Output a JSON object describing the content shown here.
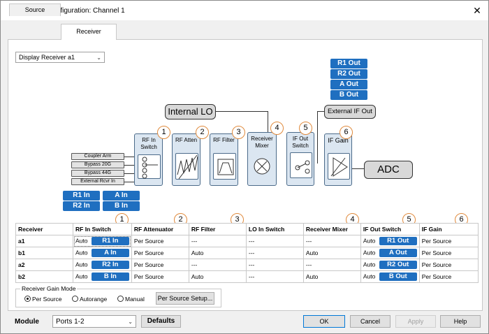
{
  "window": {
    "title": "RF&IF Path Configuration: Channel 1",
    "close": "✕"
  },
  "tabs": [
    {
      "label": "Source"
    },
    {
      "label": "Receiver"
    }
  ],
  "display_select": {
    "value": "Display Receiver a1"
  },
  "diagram": {
    "internal_lo": "Internal LO",
    "external_if_out": "External IF Out",
    "adc": "ADC",
    "blocks": {
      "rf_in_switch": "RF In Switch",
      "rf_atten": "RF Atten",
      "rf_filter": "RF Filter",
      "receiver_mixer": "Receiver Mixer",
      "if_out_switch": "IF Out Switch",
      "if_gain": "IF Gain"
    },
    "inputs": [
      "Coupler Arm",
      "Bypass 20G",
      "Bypass 44G",
      "External Rcvr In"
    ],
    "in_buttons": [
      "R1 In",
      "A In",
      "R2 In",
      "B In"
    ],
    "out_buttons": [
      "R1 Out",
      "R2 Out",
      "A Out",
      "B Out"
    ],
    "markers": [
      "1",
      "2",
      "3",
      "4",
      "5",
      "6"
    ]
  },
  "table": {
    "markers": [
      "1",
      "2",
      "3",
      "4",
      "5",
      "6"
    ],
    "headers": [
      "Receiver",
      "RF In Switch",
      "RF Attenuator",
      "RF Filter",
      "LO In Switch",
      "Receiver Mixer",
      "IF Out Switch",
      "IF Gain"
    ],
    "rows": [
      {
        "receiver": "a1",
        "rf_in_mode": "Auto",
        "rf_in_btn": "R1 In",
        "atten": "Per Source",
        "filter": "---",
        "lo": "---",
        "mixer": "---",
        "if_out_mode": "Auto",
        "if_out_btn": "R1 Out",
        "gain": "Per Source"
      },
      {
        "receiver": "b1",
        "rf_in_mode": "Auto",
        "rf_in_btn": "A In",
        "atten": "Per Source",
        "filter": "Auto",
        "lo": "---",
        "mixer": "Auto",
        "if_out_mode": "Auto",
        "if_out_btn": "A Out",
        "gain": "Per Source"
      },
      {
        "receiver": "a2",
        "rf_in_mode": "Auto",
        "rf_in_btn": "R2 In",
        "atten": "Per Source",
        "filter": "---",
        "lo": "---",
        "mixer": "---",
        "if_out_mode": "Auto",
        "if_out_btn": "R2 Out",
        "gain": "Per Source"
      },
      {
        "receiver": "b2",
        "rf_in_mode": "Auto",
        "rf_in_btn": "B In",
        "atten": "Per Source",
        "filter": "Auto",
        "lo": "---",
        "mixer": "Auto",
        "if_out_mode": "Auto",
        "if_out_btn": "B Out",
        "gain": "Per Source"
      }
    ]
  },
  "gain_mode": {
    "legend": "Receiver Gain Mode",
    "options": [
      "Per Source",
      "Autorange",
      "Manual"
    ],
    "selected": "Per Source",
    "setup_button": "Per Source Setup..."
  },
  "footer": {
    "module_label": "Module",
    "module_value": "Ports 1-2",
    "defaults": "Defaults",
    "ok": "OK",
    "cancel": "Cancel",
    "apply": "Apply",
    "help": "Help"
  }
}
